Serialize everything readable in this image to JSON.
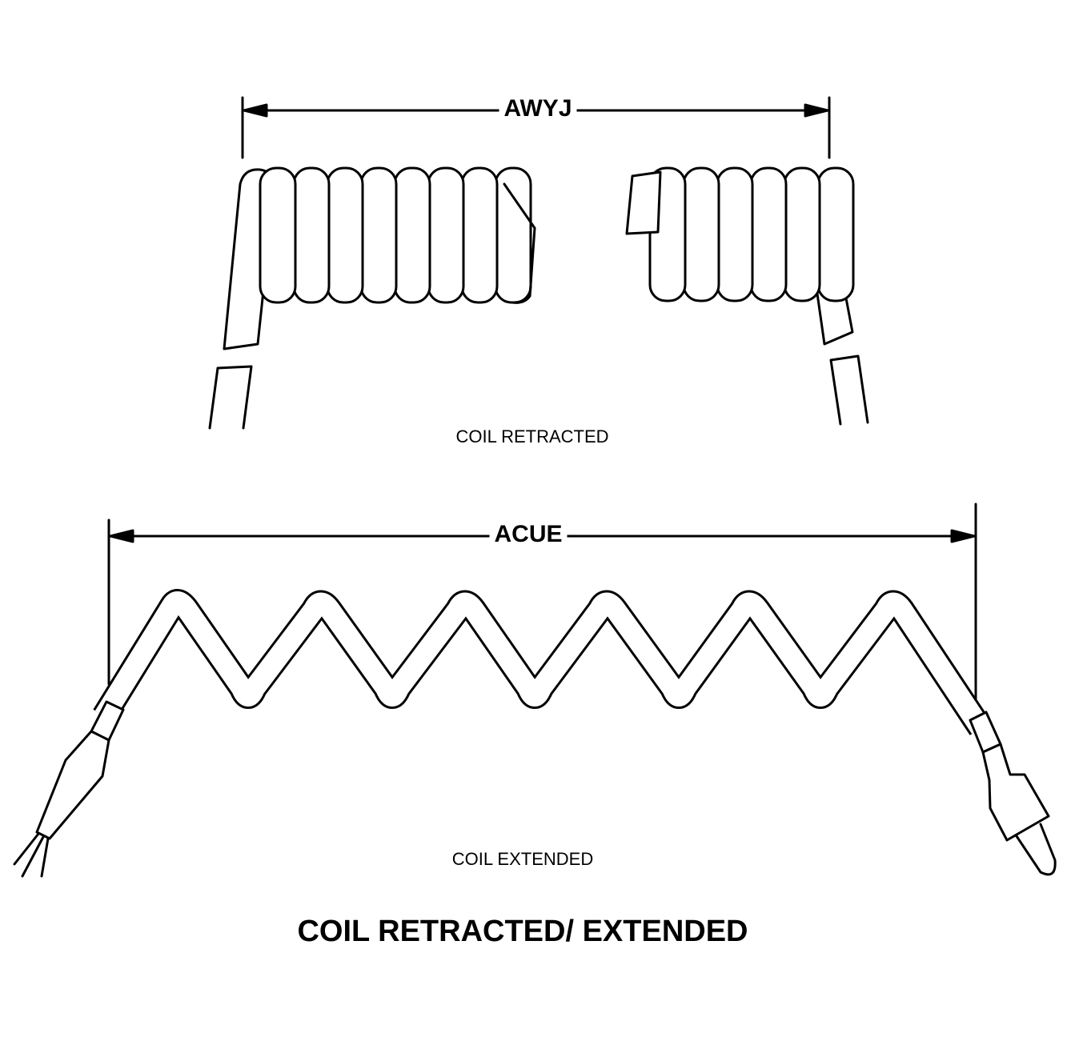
{
  "dimensions": {
    "retracted_length": "AWYJ",
    "extended_length": "ACUE"
  },
  "captions": {
    "retracted": "COIL RETRACTED",
    "extended": "COIL EXTENDED"
  },
  "title": "COIL RETRACTED/ EXTENDED"
}
